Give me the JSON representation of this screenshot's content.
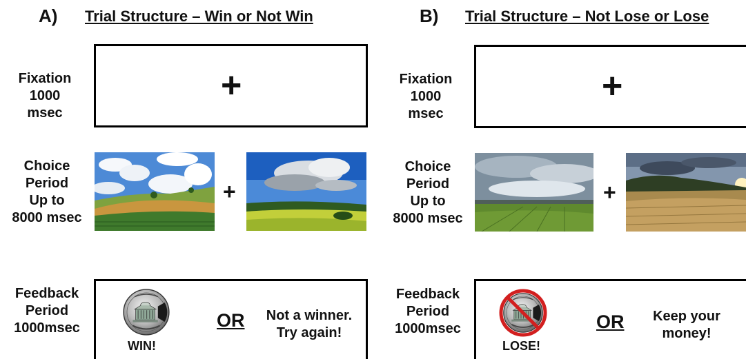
{
  "panel_a": {
    "letter": "A)",
    "title": "Trial Structure – Win or Not Win",
    "fixation_label": [
      "Fixation",
      "1000",
      "msec"
    ],
    "choice_label": [
      "Choice",
      "Period",
      "Up to",
      "8000 msec"
    ],
    "feedback_label": [
      "Feedback",
      "Period",
      "1000msec"
    ],
    "fixation_symbol": "+",
    "choice_symbol": "+",
    "coin_caption": "WIN!",
    "or_text": "OR",
    "alt_text": [
      "Not a winner.",
      "Try again!"
    ],
    "coin_icon": "nickel-coin-icon"
  },
  "panel_b": {
    "letter": "B)",
    "title": "Trial Structure – Not Lose or Lose",
    "fixation_label": [
      "Fixation",
      "1000",
      "msec"
    ],
    "choice_label": [
      "Choice",
      "Period",
      "Up to",
      "8000 msec"
    ],
    "feedback_label": [
      "Feedback",
      "Period",
      "1000msec"
    ],
    "fixation_symbol": "+",
    "choice_symbol": "+",
    "coin_caption": "LOSE!",
    "or_text": "OR",
    "alt_text": [
      "Keep your",
      "money!"
    ],
    "coin_icon": "crossed-out-nickel-coin-icon"
  },
  "colors": {
    "border": "#000000",
    "prohibition_red": "#d21f1f",
    "sky_blue": "#3f7fd0",
    "field_green": "#4f8a2a"
  }
}
